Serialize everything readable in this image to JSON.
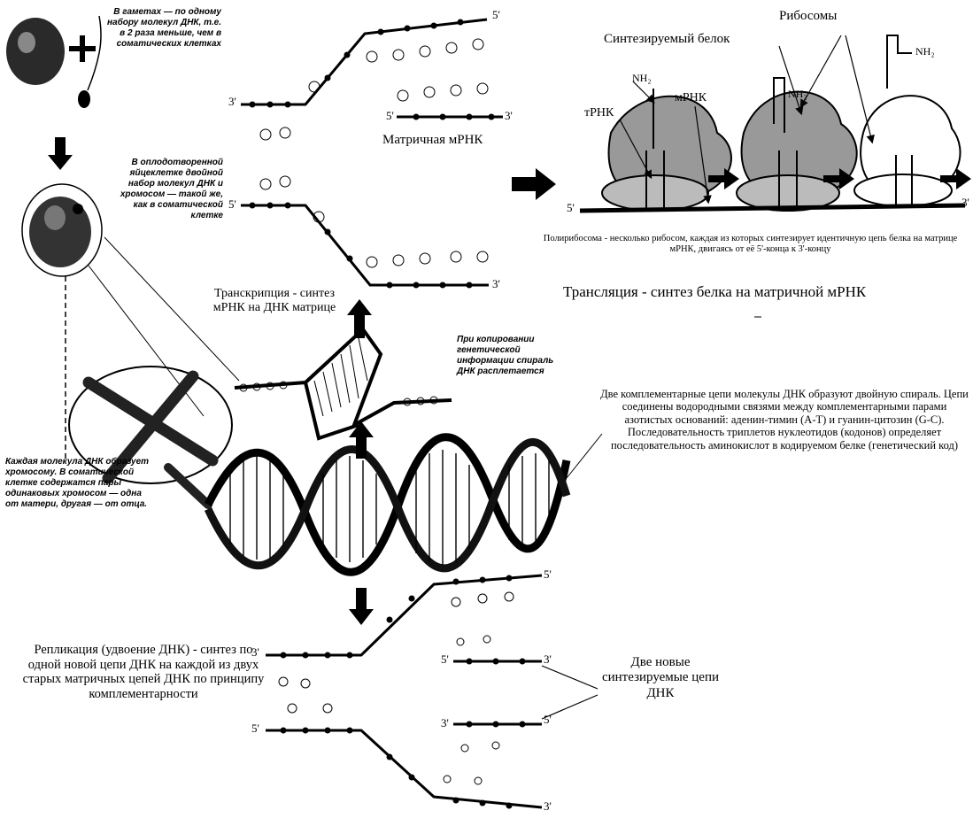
{
  "notes": {
    "gametes": "В гаметах — по одному набору молекул ДНК, т.е. в 2 раза меньше, чем в соматических клетках",
    "zygote": "В оплодотворенной яйцеклетке двойной набор молекул ДНК и хромосом — такой же, как в соматической клетке",
    "chromosome": "Каждая молекула ДНК образует хромосому. В соматической клетке содержатся пары одинаковых хромосом — одна от матери, другая — от отца.",
    "unwinding": "При копировании генетической информации спираль ДНК расплетается"
  },
  "labels": {
    "template_mrna": "Матричная мРНК",
    "synthesized_protein": "Синтезируемый белок",
    "ribosomes": "Рибосомы",
    "mrna": "мРНК",
    "trna": "тРНК",
    "nh2": "NH₂",
    "polyribosome": "Полирибосома - несколько рибосом, каждая из которых синтезирует идентичную цепь белка на матрице мРНК, двигаясь от её 5'-конца к 3'-концу",
    "translation": "Трансляция - синтез белка на матричной мРНК",
    "transcription": "Транскрипция - синтез мРНК на ДНК матрице",
    "double_helix": "Две комплементарные цепи молекулы ДНК образуют двойную спираль. Цепи соединены водородными связями между комплементарными парами азотистых оснований: аденин-тимин (А-Т) и гуанин-цитозин (G-C). Последовательность триплетов нуклеотидов (кодонов) определяет последовательность аминокислот в кодируемом белке (генетический код)",
    "replication": "Репликация (удвоение ДНК) - синтез по одной новой цепи ДНК на каждой из двух старых матричных цепей ДНК по принципу комплементарности",
    "new_strands": "Две новые синтезируемые цепи ДНК",
    "end5": "5'",
    "end3": "3'"
  }
}
